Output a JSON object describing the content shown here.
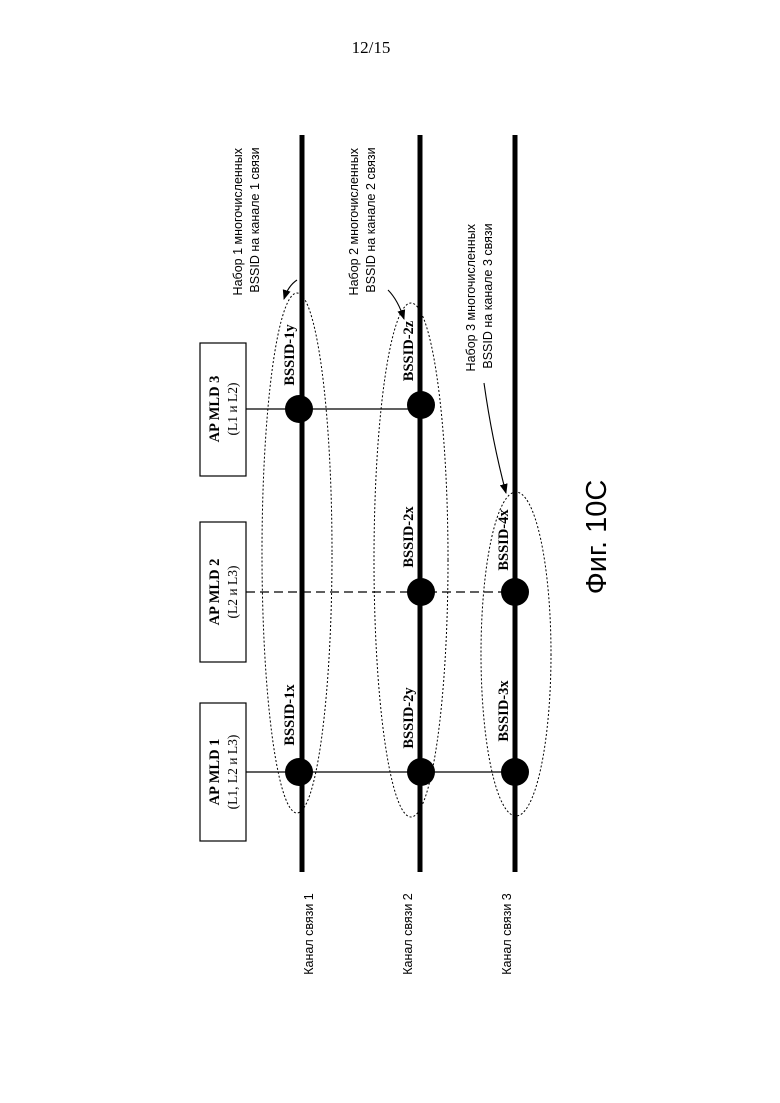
{
  "page_number": "12/15",
  "figure_caption": "Фиг. 10С",
  "links": [
    {
      "id": "link1",
      "label": "Канал связи 1"
    },
    {
      "id": "link2",
      "label": "Канал связи 2"
    },
    {
      "id": "link3",
      "label": "Канал связи 3"
    }
  ],
  "ap_mlds": [
    {
      "id": "ap1",
      "title": "AP MLD 1",
      "sub": "(L1, L2  и  L3)"
    },
    {
      "id": "ap2",
      "title": "AP MLD 2",
      "sub": "(L2  и  L3)"
    },
    {
      "id": "ap3",
      "title": "AP MLD 3",
      "sub": "(L1 и L2)"
    }
  ],
  "bssids": {
    "bssid_1x": "BSSID-1x",
    "bssid_1y": "BSSID-1y",
    "bssid_2y": "BSSID-2y",
    "bssid_2x": "BSSID-2x",
    "bssid_2z": "BSSID-2z",
    "bssid_3x": "BSSID-3x",
    "bssid_4x": "BSSID-4x"
  },
  "sets": [
    {
      "id": "set1",
      "line1": "Набор 1 многочисленных",
      "line2": "BSSID на канале 1 связи"
    },
    {
      "id": "set2",
      "line1": "Набор 2 многочисленных",
      "line2": "BSSID на канале 2 связи"
    },
    {
      "id": "set3",
      "line1": "Набор 3 многочисленных",
      "line2": "BSSID на канале 3 связи"
    }
  ]
}
